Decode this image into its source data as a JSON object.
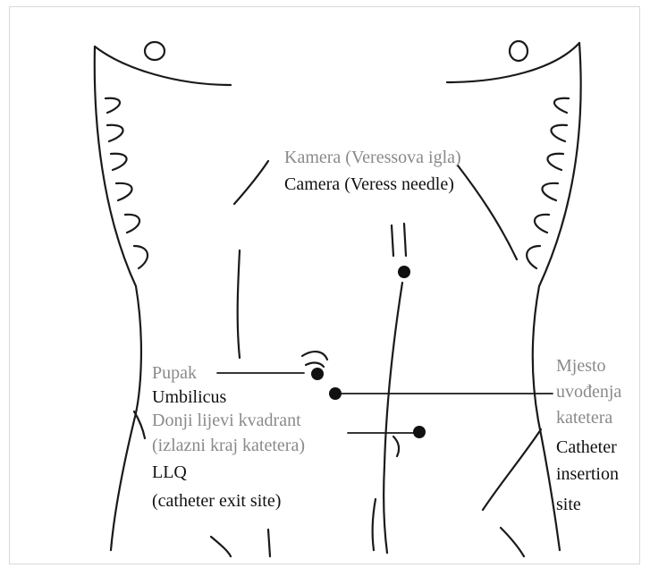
{
  "labels": {
    "camera_hr": "Kamera (Veressova igla)",
    "camera_en": "Camera (Veress needle)",
    "umbilicus_hr": "Pupak",
    "umbilicus_en": "Umbilicus",
    "llq_hr_line1": "Donji lijevi kvadrant",
    "llq_hr_line2": "(izlazni kraj katetera)",
    "llq_en_line1": "LLQ",
    "llq_en_line2": "(catheter exit site)",
    "insertion_hr_line1": "Mjesto",
    "insertion_hr_line2": "uvođenja",
    "insertion_hr_line3": "katetera",
    "insertion_en_line1": "Catheter",
    "insertion_en_line2": "insertion",
    "insertion_en_line3": "site"
  },
  "colors": {
    "croatian_text": "#8a8a8a",
    "english_text": "#111111",
    "drawing": "#1a1a1a"
  }
}
